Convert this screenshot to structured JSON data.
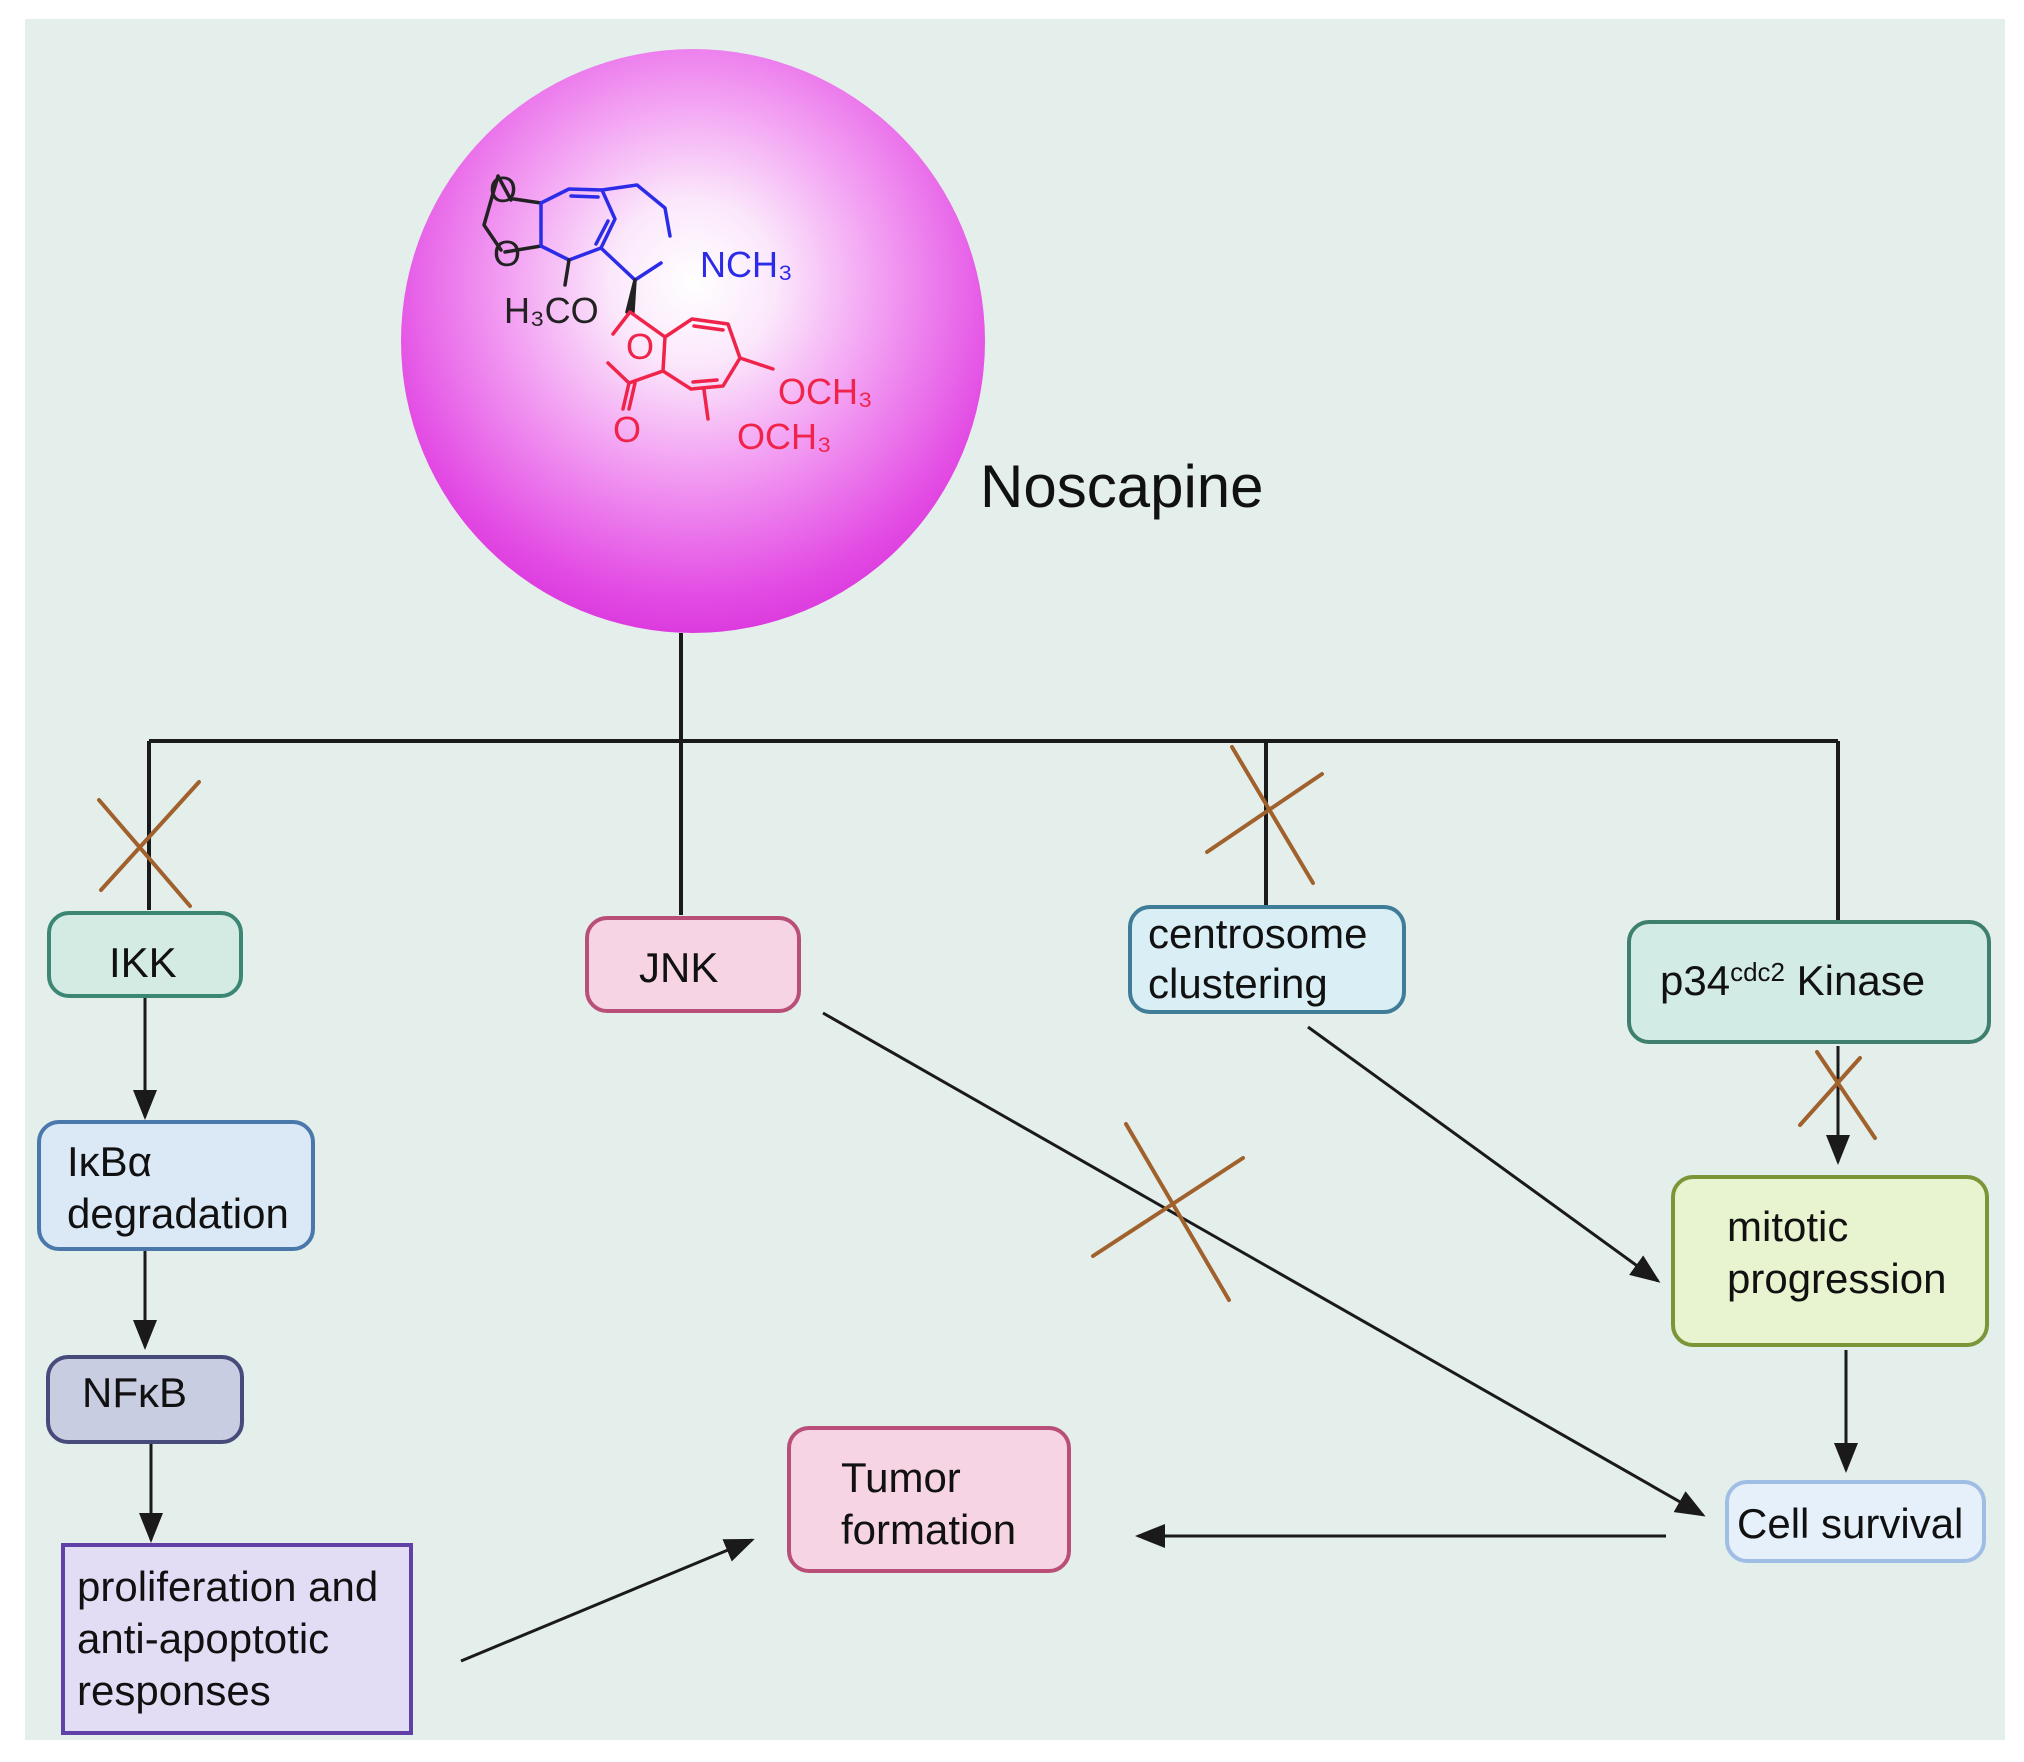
{
  "drug": {
    "name": "Noscapine",
    "structure_labels": {
      "o_top": "O",
      "o_bottom": "O",
      "methoxy_left": "H₃CO",
      "amine": "NCH₃",
      "lactone_o": "O",
      "carbonyl_o": "O",
      "methoxy_right": "OCH₃",
      "methoxy_lower": "OCH₃"
    }
  },
  "nodes": {
    "ikk": {
      "label": "IKK"
    },
    "jnk": {
      "label": "JNK"
    },
    "centrosome": {
      "line1": "centrosome",
      "line2": "clustering"
    },
    "p34": {
      "prefix": "p34",
      "sup": "cdc2",
      "suffix": " Kinase"
    },
    "ikba": {
      "line1": "IκBα",
      "line2": "degradation"
    },
    "nfkb": {
      "label": "NFκB"
    },
    "prolif": {
      "line1": "proliferation and",
      "line2": "anti-apoptotic",
      "line3": "responses"
    },
    "tumor": {
      "line1": "Tumor",
      "line2": "formation"
    },
    "mitotic": {
      "line1": "mitotic",
      "line2": "progression"
    },
    "survival": {
      "label": "Cell survival"
    }
  },
  "colors": {
    "background": "#e4efeb",
    "line": "#1a1a1a",
    "inhibition_cross": "#a0612d",
    "sphere": "#d21fd6",
    "struct_black": "#222222",
    "struct_blue": "#2b2be8",
    "struct_red": "#f0244a"
  }
}
